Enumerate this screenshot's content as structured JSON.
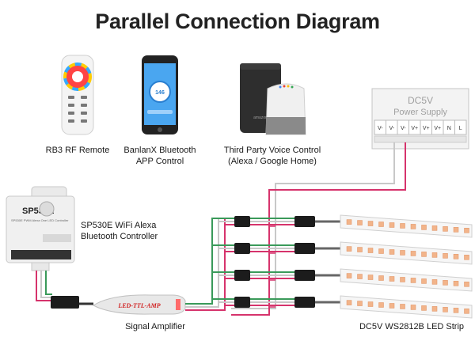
{
  "title": "Parallel Connection Diagram",
  "devices": {
    "remote": {
      "label": "RB3 RF Remote"
    },
    "app": {
      "line1": "BanlanX Bluetooth",
      "line2": "APP Control",
      "screen_value": "146"
    },
    "voice": {
      "line1": "Third Party Voice Control",
      "line2": "(Alexa / Google Home)",
      "brand": "amazon"
    }
  },
  "power_supply": {
    "title": "DC5V",
    "subtitle": "Power Supply",
    "terminals": [
      "V-",
      "V-",
      "V-",
      "V+",
      "V+",
      "V+",
      "N",
      "L"
    ]
  },
  "controller": {
    "model": "SP530E",
    "label_line1": "SP530E WiFi Alexa",
    "label_line2": "Bluetooth Controller",
    "desc": "SP530E PWM Alexa One LED Controller"
  },
  "amplifier": {
    "label": "Signal Amplifier",
    "device_text": "LED-TTL-AMP"
  },
  "strip": {
    "label": "DC5V WS2812B LED Strip"
  },
  "colors": {
    "wire_red": "#d6336c",
    "wire_white": "#c8c8c8",
    "wire_green": "#3a9a5a",
    "wire_black": "#333333",
    "strip_led": "#f2b48a",
    "amp_body": "#e8e8e8"
  }
}
